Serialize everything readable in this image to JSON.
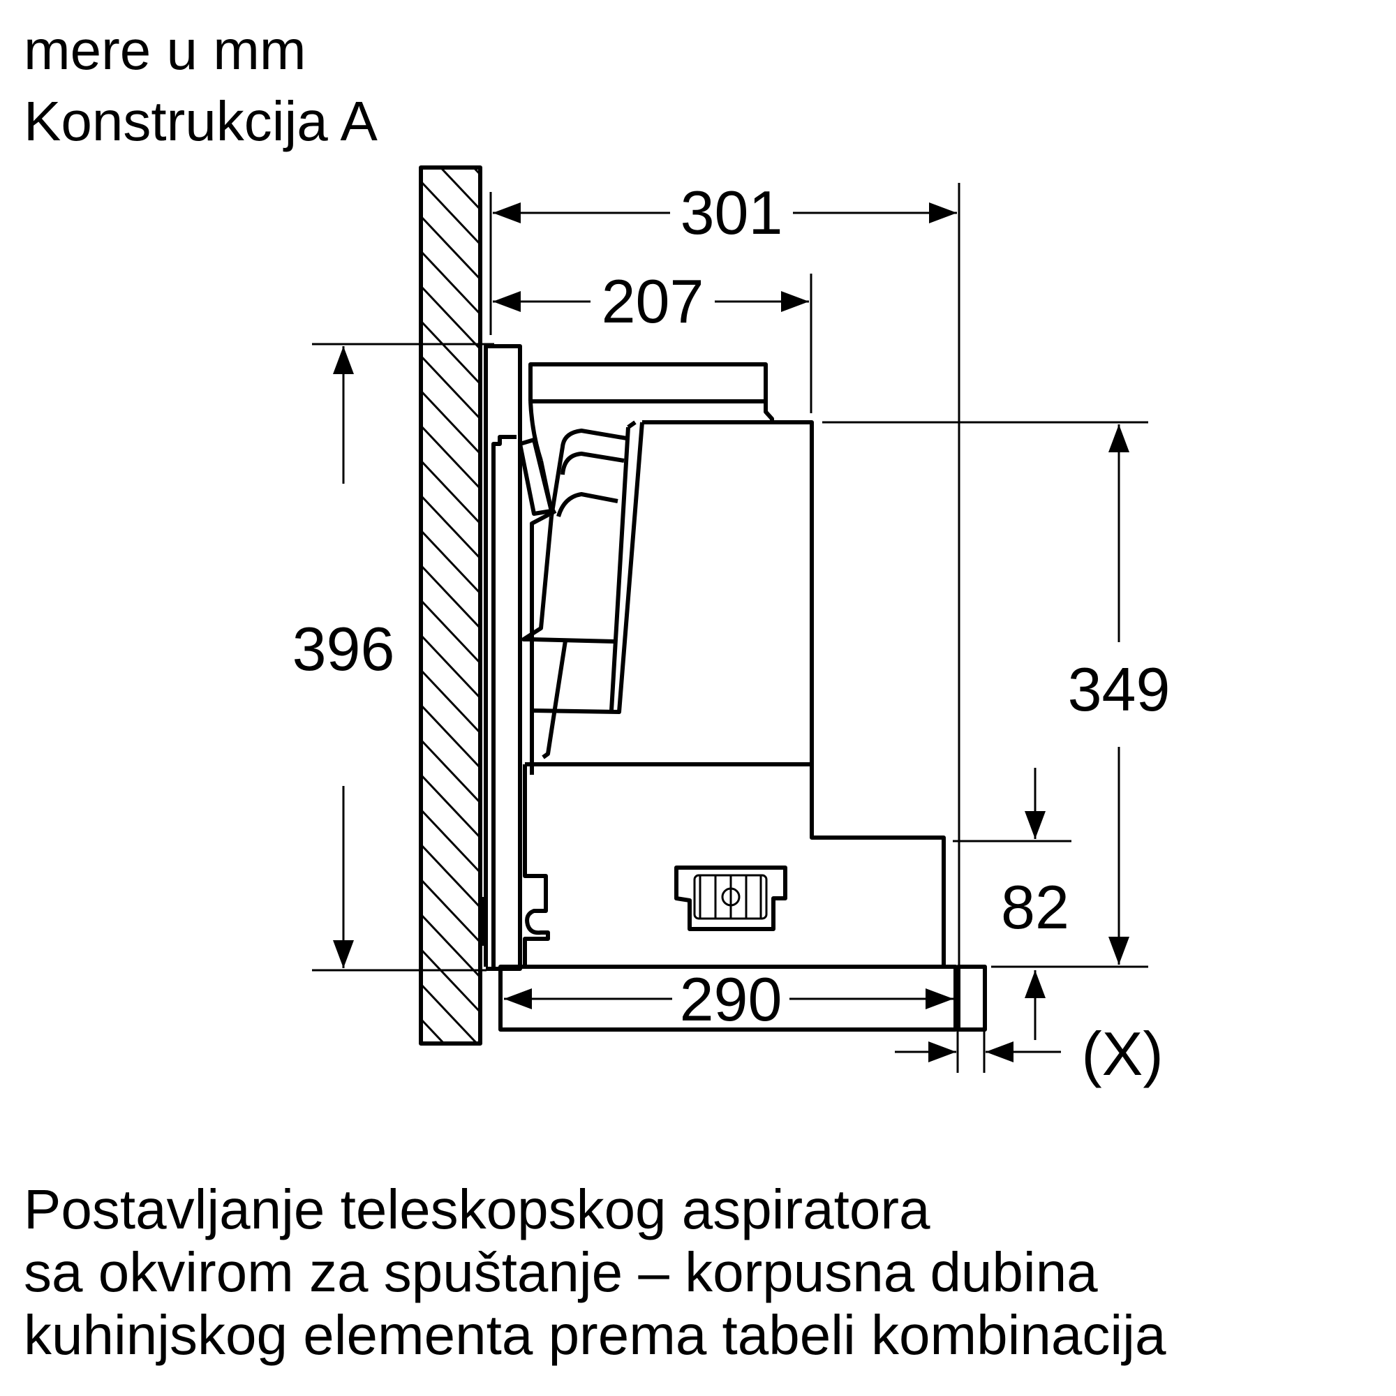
{
  "header": {
    "units_note": "mere u mm",
    "construction_label": "Konstrukcija A"
  },
  "dimensions": {
    "total_depth": "301",
    "upper_depth": "207",
    "overall_height": "396",
    "hood_height": "349",
    "lower_step_height": "82",
    "frame_width": "290",
    "gap_label": "(X)"
  },
  "caption": {
    "line1": "Postavljanje teleskopskog aspiratora",
    "line2": "sa okvirom za spuštanje – korpusna dubina",
    "line3": "kuhinjskog elementa prema tabeli kombinacija"
  },
  "colors": {
    "ink": "#000000",
    "background": "#ffffff"
  }
}
